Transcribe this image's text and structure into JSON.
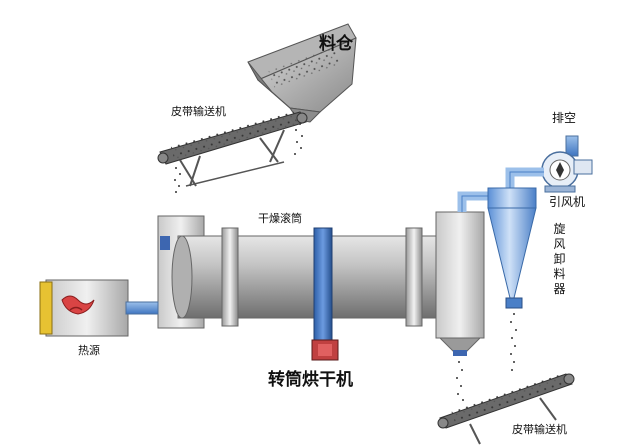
{
  "labels": {
    "hopper": "料仓",
    "conveyor_top": "皮带输送机",
    "exhaust": "排空",
    "fan": "引风机",
    "drum": "干燥滚筒",
    "cyclone": "旋风卸料器",
    "heat_source": "热源",
    "title": "转筒烘干机",
    "conveyor_bottom": "皮带输送机"
  }
}
